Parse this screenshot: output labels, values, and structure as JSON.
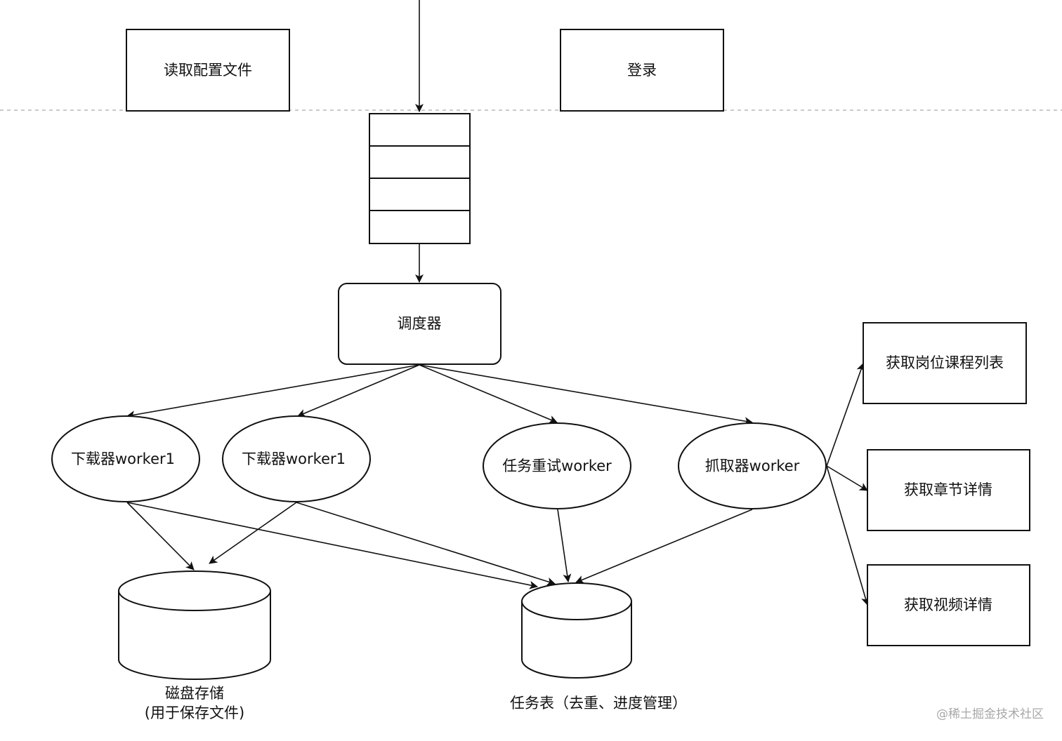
{
  "nodes": {
    "read_config": "读取配置文件",
    "login": "登录",
    "scheduler": "调度器",
    "downloader_worker_a": "下载器worker1",
    "downloader_worker_b": "下载器worker1",
    "retry_worker": "任务重试worker",
    "crawler_worker": "抓取器worker",
    "fetch_course_list": "获取岗位课程列表",
    "fetch_chapter_detail": "获取章节详情",
    "fetch_video_detail": "获取视频详情",
    "disk_storage_line1": "磁盘存储",
    "disk_storage_line2": "(用于保存文件)",
    "task_table": "任务表（去重、进度管理）"
  },
  "watermark": "@稀土掘金技术社区",
  "colors": {
    "stroke": "#111111",
    "divider": "#b8b8b8",
    "watermark": "#a8a8a8"
  }
}
